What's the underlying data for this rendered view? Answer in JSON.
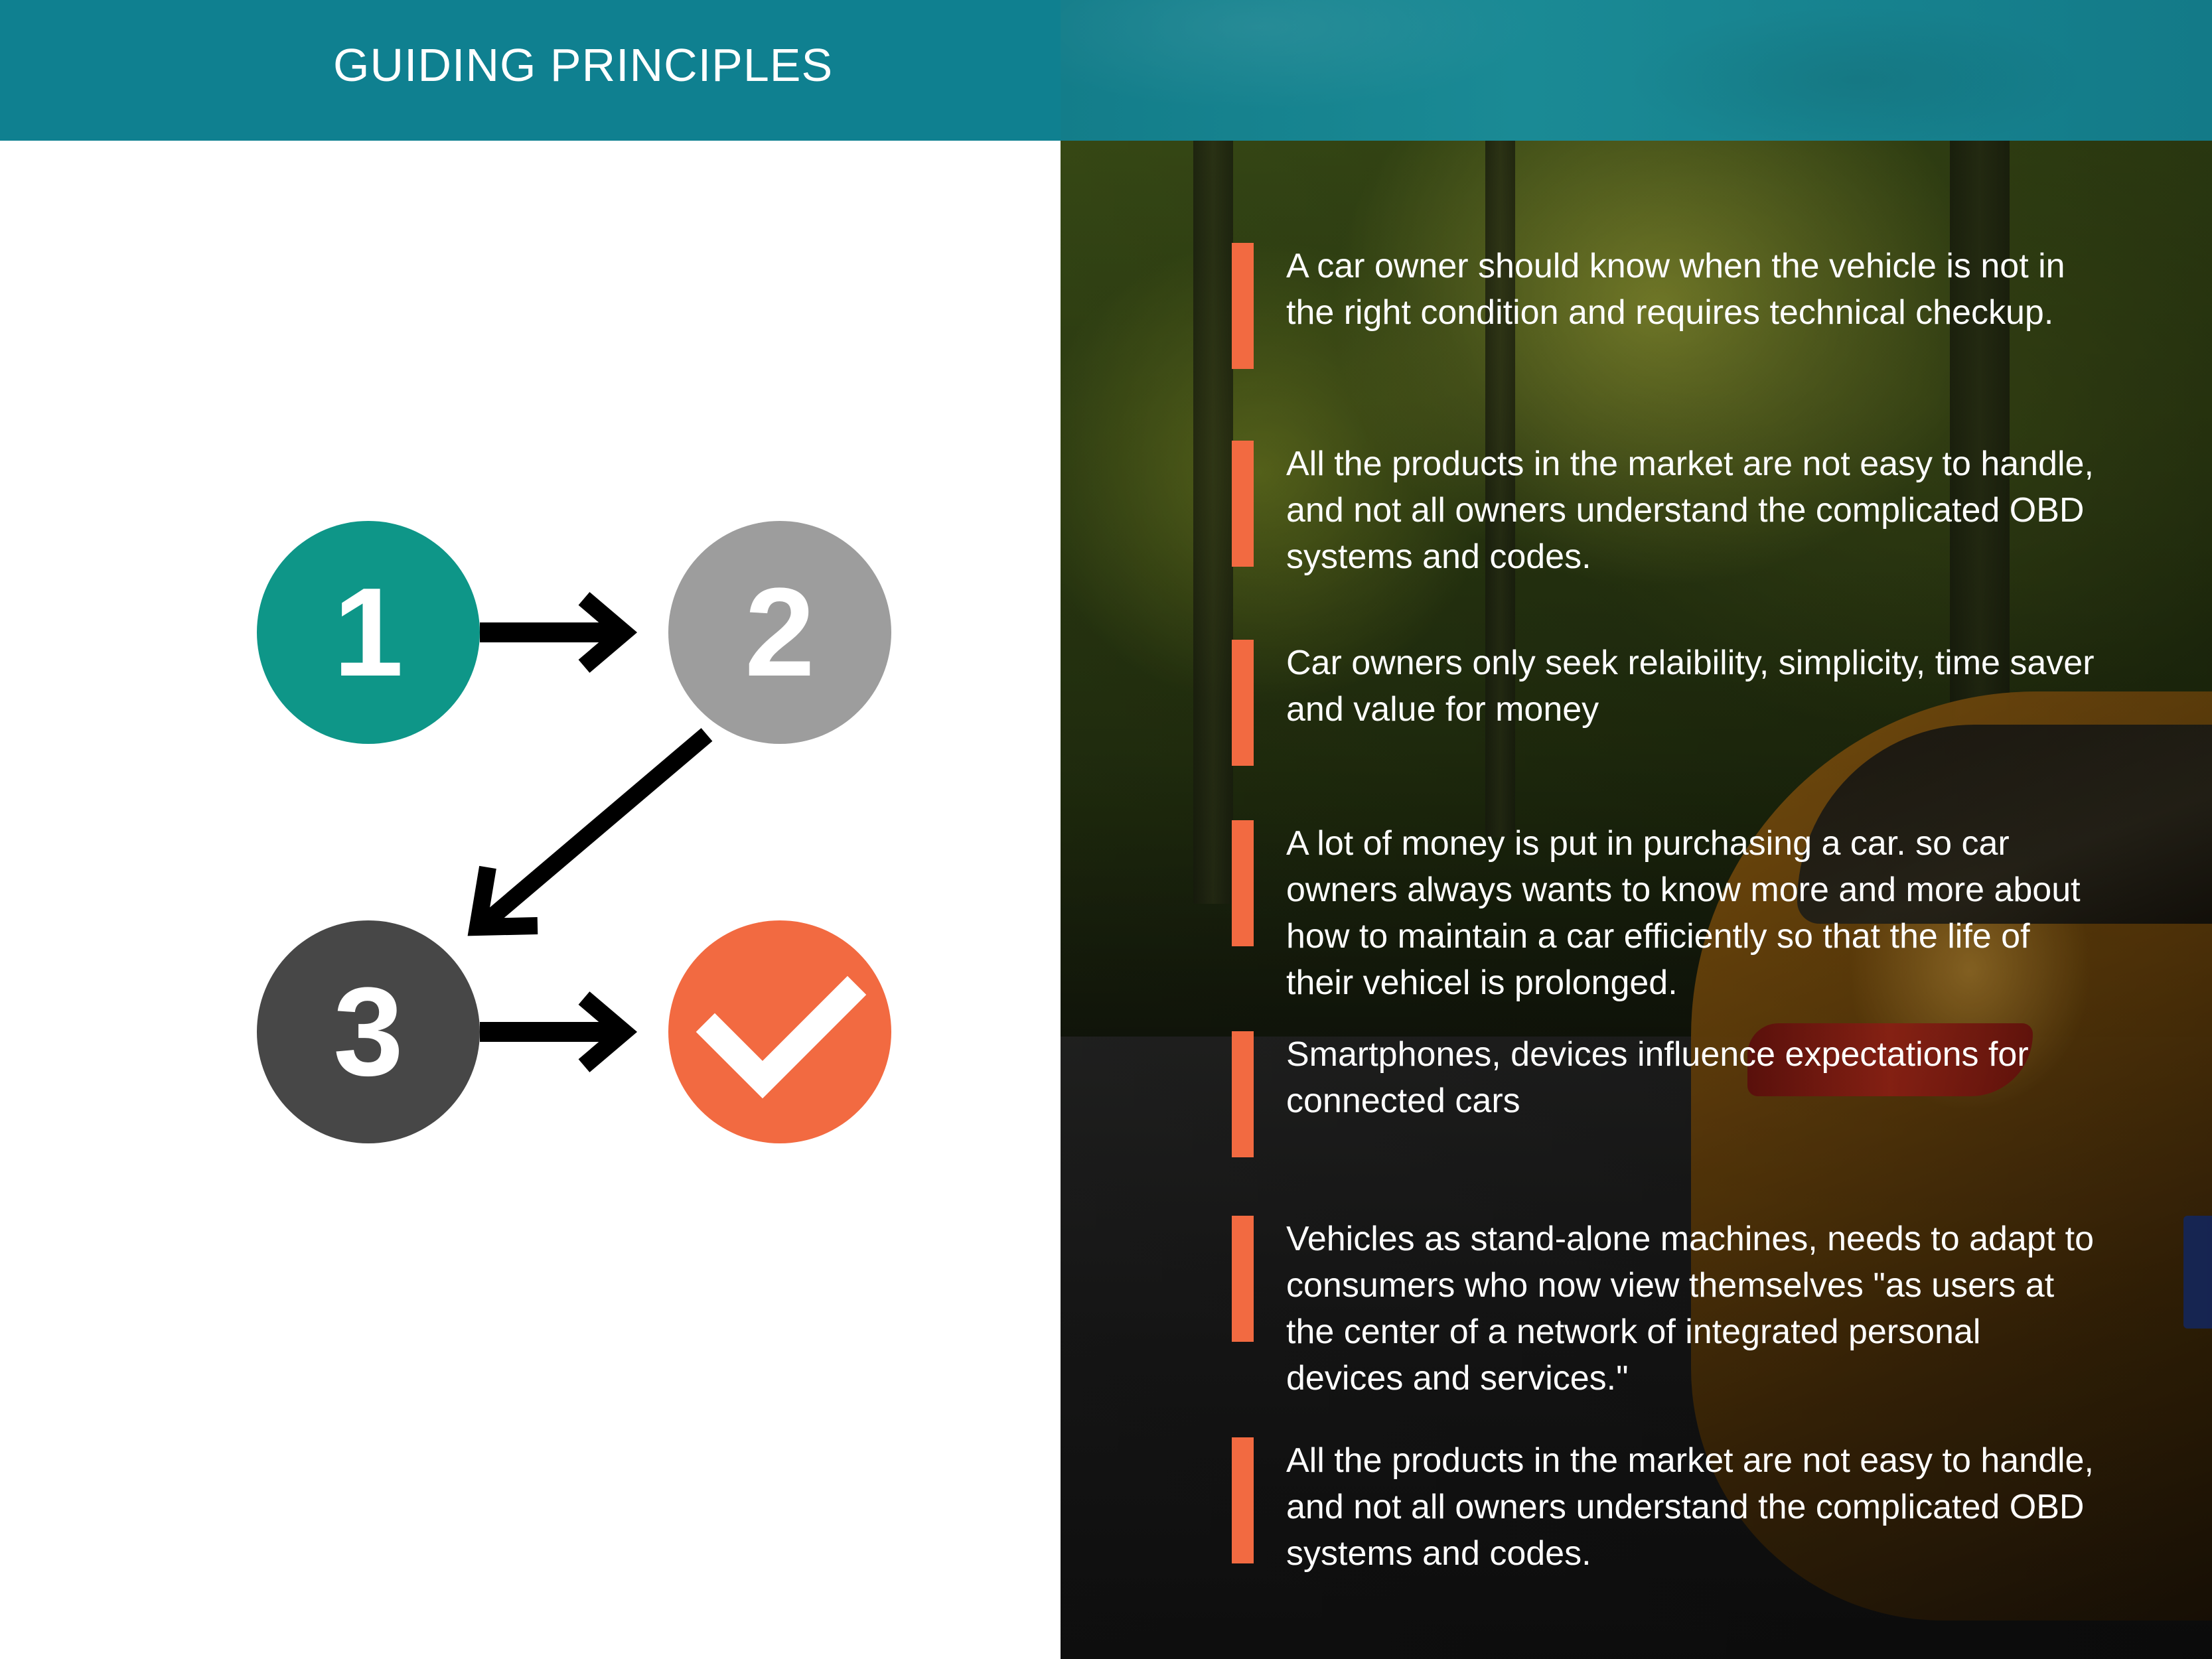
{
  "header": {
    "title": "GUIDING PRINCIPLES"
  },
  "diagram": {
    "steps": [
      {
        "label": "1",
        "color": "#0e9688"
      },
      {
        "label": "2",
        "color": "#9d9d9d"
      },
      {
        "label": "3",
        "color": "#474747"
      }
    ],
    "done": {
      "icon": "checkmark-icon",
      "color": "#f26a41"
    }
  },
  "principles": [
    "A car owner should know when the vehicle is not in the right condition and requires technical checkup.",
    "All the products in the market are not easy to handle, and not all owners understand the complicated OBD systems and codes.",
    "Car owners only seek relaibility, simplicity, time saver and value for money",
    "A lot of money is put in purchasing a car. so car owners always wants to know more and more about how to maintain a car efficiently so that the life of their vehicel is prolonged.",
    "Smartphones, devices influence expectations for connected cars",
    "Vehicles as stand-alone machines, needs to adapt to consumers who now view themselves \"as users at the center of a network of integrated personal devices and services.\"",
    "All the products in the market are not easy to handle, and not all owners understand the complicated OBD systems and codes."
  ],
  "colors": {
    "header": "#0f8090",
    "accent": "#f26a41",
    "arrow": "#000000"
  }
}
